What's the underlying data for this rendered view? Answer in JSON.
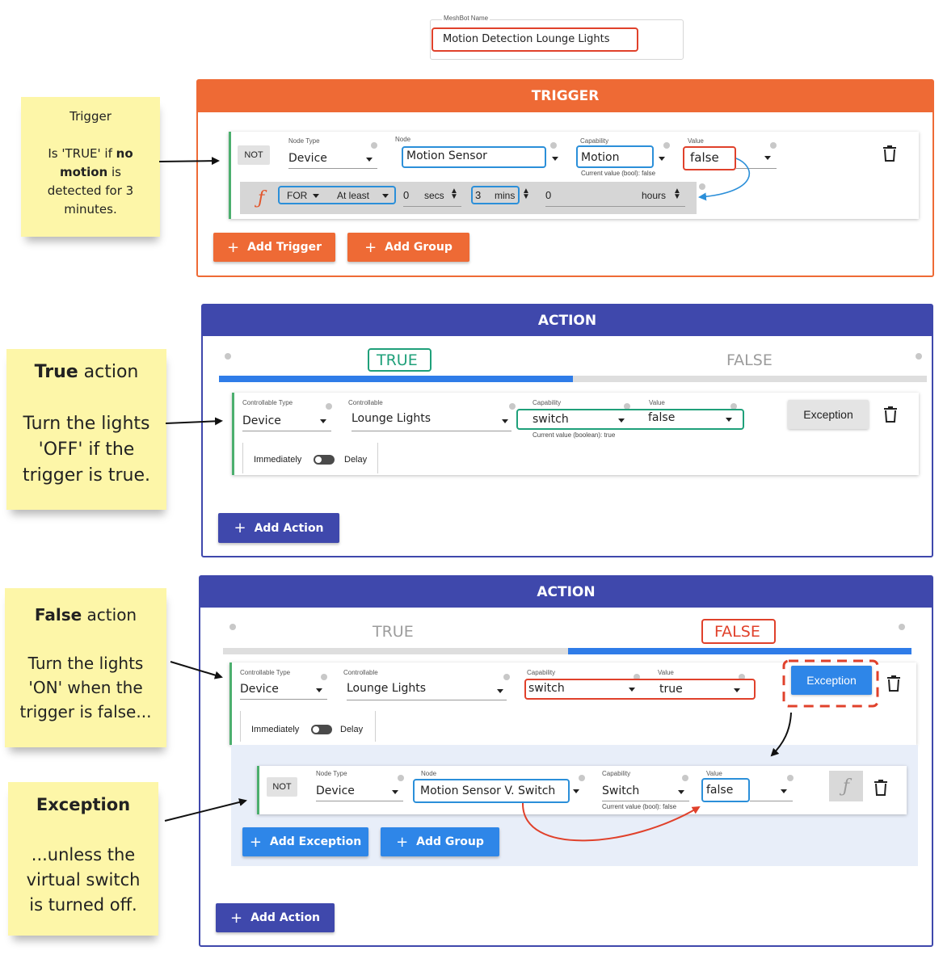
{
  "meshbot": {
    "name_label": "MeshBot Name",
    "name_value": "Motion Detection Lounge Lights"
  },
  "notes": {
    "trigger": {
      "title": "Trigger",
      "line1_pre": "Is 'TRUE' if ",
      "line1_bold": "no",
      "line2_bold": "motion",
      "line2_post": " is",
      "line3": "detected for 3",
      "line4": "minutes."
    },
    "true_action": {
      "title_bold": "True",
      "title_rest": " action",
      "line1": "Turn the lights",
      "line2": "'OFF'  if the",
      "line3": "trigger is true."
    },
    "false_action": {
      "title_bold": "False",
      "title_rest": " action",
      "line1": "Turn the lights",
      "line2": "'ON' when the",
      "line3": "trigger is false..."
    },
    "exception": {
      "title": "Exception",
      "line1": "...unless the",
      "line2": "virtual switch",
      "line3": "is turned off."
    }
  },
  "trigger_panel": {
    "title": "TRIGGER",
    "not_label": "NOT",
    "node_type_label": "Node Type",
    "node_type_value": "Device",
    "node_label": "Node",
    "node_value": "Motion Sensor",
    "capability_label": "Capability",
    "capability_value": "Motion",
    "capability_hint": "Current value (bool): false",
    "value_label": "Value",
    "value_value": "false",
    "func_icon": "ƒ",
    "for_label": "FOR",
    "atleast_label": "At least",
    "secs_value": "0",
    "secs_label": "secs",
    "mins_value": "3",
    "mins_label": "mins",
    "hours_value": "0",
    "hours_label": "hours",
    "add_trigger": "Add Trigger",
    "add_group": "Add Group"
  },
  "action1": {
    "title": "ACTION",
    "tab_true": "TRUE",
    "tab_false": "FALSE",
    "ctype_label": "Controllable Type",
    "ctype_value": "Device",
    "controllable_label": "Controllable",
    "controllable_value": "Lounge Lights",
    "capability_label": "Capability",
    "capability_value": "switch",
    "capability_hint": "Current value (boolean): true",
    "value_label": "Value",
    "value_value": "false",
    "exception_btn": "Exception",
    "immediately": "Immediately",
    "delay": "Delay",
    "add_action": "Add Action"
  },
  "action2": {
    "title": "ACTION",
    "tab_true": "TRUE",
    "tab_false": "FALSE",
    "ctype_label": "Controllable Type",
    "ctype_value": "Device",
    "controllable_label": "Controllable",
    "controllable_value": "Lounge Lights",
    "capability_label": "Capability",
    "capability_value": "switch",
    "value_label": "Value",
    "value_value": "true",
    "exception_btn": "Exception",
    "immediately": "Immediately",
    "delay": "Delay",
    "exc": {
      "not_label": "NOT",
      "node_type_label": "Node Type",
      "node_type_value": "Device",
      "node_label": "Node",
      "node_value": "Motion Sensor V. Switch",
      "capability_label": "Capability",
      "capability_value": "Switch",
      "capability_hint": "Current value (bool): false",
      "value_label": "Value",
      "value_value": "false",
      "func_icon": "ƒ",
      "add_exception": "Add Exception",
      "add_group": "Add Group"
    },
    "add_action": "Add Action"
  },
  "colors": {
    "trigger_orange": "#ee6a35",
    "action_indigo": "#3f48ac",
    "exception_blue": "#2e86e8",
    "highlight_blue": "#2b8fd9",
    "highlight_red": "#e0412b",
    "highlight_green": "#1fa07a",
    "note_yellow": "#fdf6a8"
  },
  "icons": {
    "trash": "trash-icon",
    "plus": "plus-icon",
    "caret": "chevron-down-icon",
    "info": "info-icon",
    "function": "function-icon",
    "stepper": "stepper-icon"
  }
}
